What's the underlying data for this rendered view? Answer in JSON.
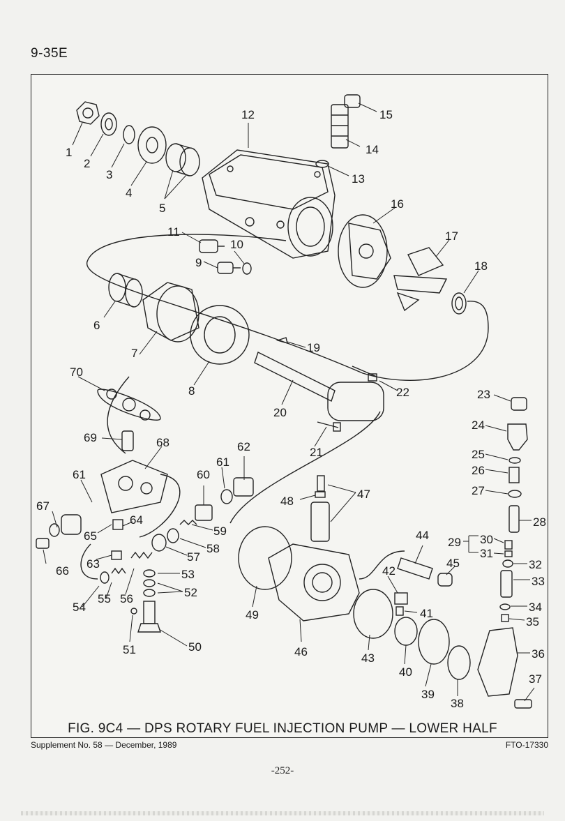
{
  "page": {
    "section": "9-35E",
    "caption": "FIG. 9C4 — DPS ROTARY FUEL INJECTION PUMP — LOWER HALF",
    "supplement": "Supplement No. 58 — December, 1989",
    "figure_code": "FTO-17330",
    "sheet": "-252-"
  },
  "callouts": [
    "1",
    "2",
    "3",
    "4",
    "5",
    "6",
    "7",
    "8",
    "9",
    "10",
    "11",
    "12",
    "13",
    "14",
    "15",
    "16",
    "17",
    "18",
    "19",
    "20",
    "21",
    "22",
    "23",
    "24",
    "25",
    "26",
    "27",
    "28",
    "29",
    "30",
    "31",
    "32",
    "33",
    "34",
    "35",
    "36",
    "37",
    "38",
    "39",
    "40",
    "41",
    "42",
    "43",
    "44",
    "45",
    "46",
    "47",
    "48",
    "49",
    "50",
    "51",
    "52",
    "53",
    "54",
    "55",
    "56",
    "57",
    "58",
    "59",
    "60",
    "61",
    "61",
    "62",
    "63",
    "64",
    "65",
    "66",
    "67",
    "68",
    "69",
    "70"
  ]
}
